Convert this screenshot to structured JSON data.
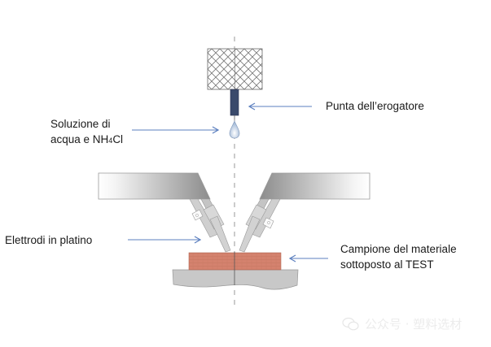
{
  "labels": {
    "dispenser_tip": "Punta dell’erogatore",
    "solution_line1": "Soluzione di",
    "solution_line2_prefix": "acqua e NH",
    "solution_line2_sub": "4",
    "solution_line2_suffix": "Cl",
    "electrodes": "Elettrodi in platino",
    "sample_line1": "Campione del materiale",
    "sample_line2": "sottoposto al TEST"
  },
  "watermark": {
    "text": "公众号 · 塑料选材",
    "icon": "wechat-icon"
  },
  "colors": {
    "arrow": "#5b7fbf",
    "nozzle": "#3a4a6b",
    "sample": "#d4826e",
    "base": "#c8c8c8",
    "arm_dark": "#8a8a8a",
    "centerline": "#9a9a9a"
  }
}
